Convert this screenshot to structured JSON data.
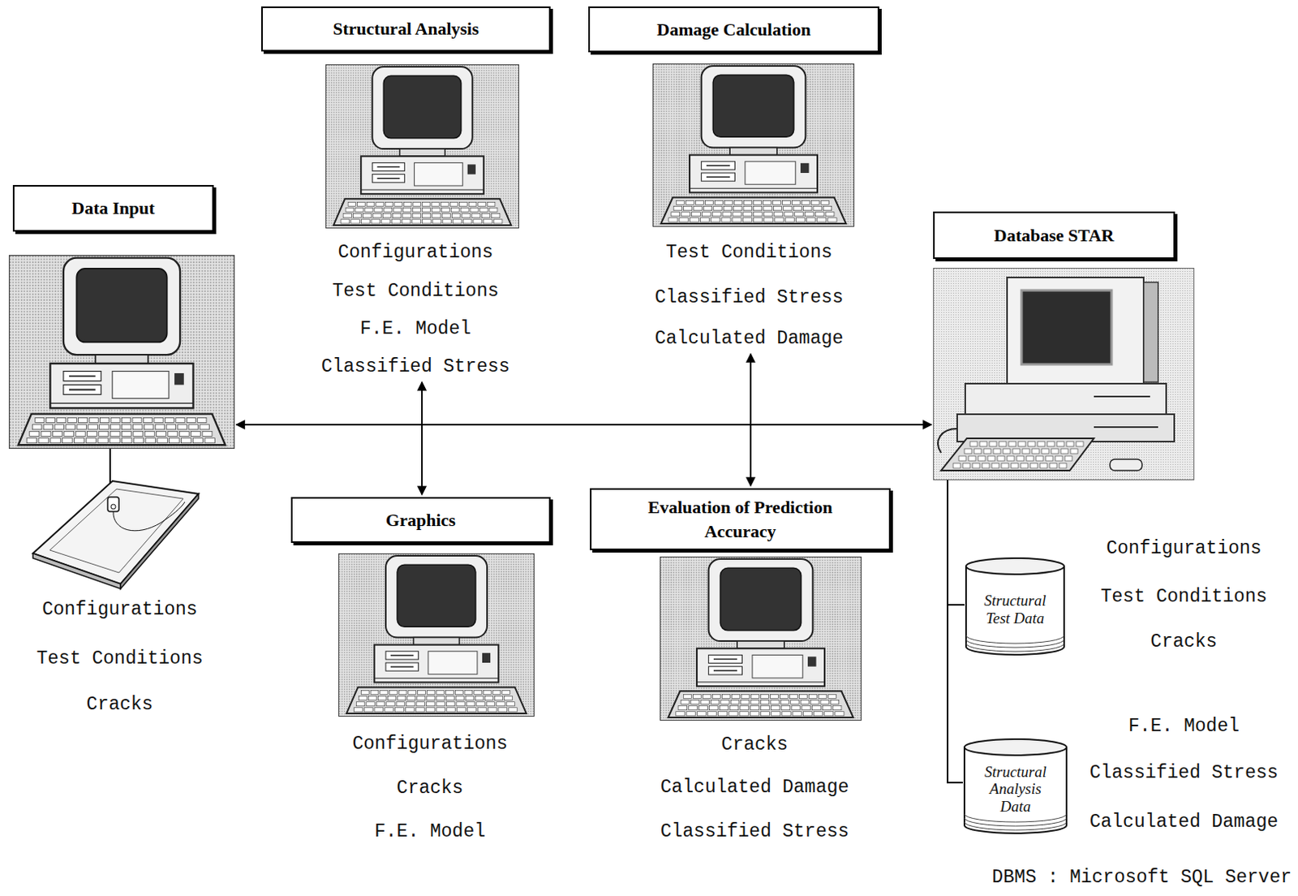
{
  "diagram": {
    "nodes": [
      {
        "text": [
          "Structural Analysis",
          "Configurations",
          "Test Conditions",
          "F.E. Model",
          "Classified Stress"
        ]
      },
      {
        "text": [
          "Damage Calculation",
          "Test Conditions",
          "Classified Stress",
          "Calculated Damage"
        ]
      },
      {
        "text": [
          "Data Input",
          "Configurations",
          "Test Conditions",
          "Cracks"
        ]
      },
      {
        "text": [
          "Database STAR"
        ]
      },
      {
        "text": [
          "Graphics",
          "Configurations",
          "Cracks",
          "F.E. Model"
        ]
      },
      {
        "text": [
          "Evaluation of Prediction Accuracy",
          "Cracks",
          "Calculated Damage",
          "Classified Stress"
        ]
      },
      {
        "text": [
          "Structural Test Data",
          "Configurations",
          "Test Conditions",
          "Cracks"
        ]
      },
      {
        "text": [
          "Structural Analysis Data",
          "F.E. Model",
          "Classified Stress",
          "Calculated Damage"
        ]
      }
    ],
    "edges": [
      {
        "from": 2,
        "to": 3,
        "arrow": "both"
      },
      {
        "from": 0,
        "to": 4,
        "arrow": "both"
      },
      {
        "from": 1,
        "to": 5,
        "arrow": "both"
      },
      {
        "from": 3,
        "to": 6,
        "arrow": "none"
      },
      {
        "from": 3,
        "to": 7,
        "arrow": "none"
      }
    ],
    "labels": [
      "DBMS : Microsoft SQL Server"
    ]
  }
}
